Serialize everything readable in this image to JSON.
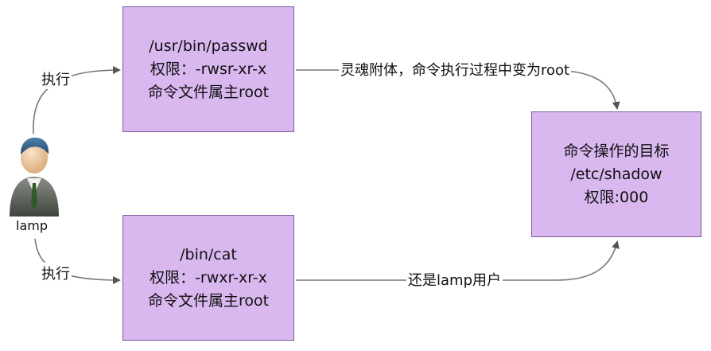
{
  "nodes": {
    "passwd": {
      "lines": [
        "/usr/bin/passwd",
        "权限：-rwsr-xr-x",
        "命令文件属主root"
      ]
    },
    "cat": {
      "lines": [
        "/bin/cat",
        "权限：-rwxr-xr-x",
        "命令文件属主root"
      ]
    },
    "target": {
      "lines": [
        "命令操作的目标",
        "/etc/shadow",
        "权限:000"
      ]
    }
  },
  "user": {
    "label": "lamp",
    "icon": "user-icon"
  },
  "edges": {
    "exec_top": "执行",
    "exec_bottom": "执行",
    "passwd_to_target": "灵魂附体，命令执行过程中变为root",
    "cat_to_target": "还是lamp用户"
  },
  "colors": {
    "box_fill": "#d9b8f0",
    "box_border": "#7b5a9a",
    "arrow": "#666666"
  }
}
